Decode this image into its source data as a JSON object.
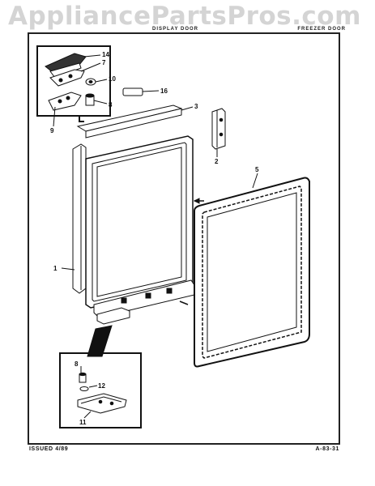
{
  "watermark": "AppliancePartsPros.com",
  "header": {
    "left": "DISPLAY DOOR",
    "right": "FREEZER DOOR"
  },
  "footer": {
    "issued": "ISSUED 4/89",
    "page_code": "A-83-31"
  },
  "callouts": {
    "c14": "14",
    "c7": "7",
    "c10": "10",
    "c8_top": "8",
    "c9": "9",
    "c16": "16",
    "c3": "3",
    "c2": "2",
    "c5": "5",
    "c1": "1",
    "c8_bottom": "8",
    "c12": "12",
    "c11": "11"
  }
}
